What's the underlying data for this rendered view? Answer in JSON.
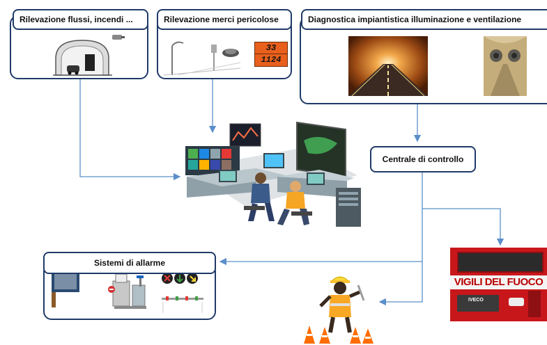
{
  "nodes": {
    "flussi": {
      "label": "Rilevazione flussi, incendi ..."
    },
    "merci": {
      "label": "Rilevazione merci pericolose",
      "sign_top": "33",
      "sign_bottom": "1124"
    },
    "diagnostica": {
      "label": "Diagnostica impiantistica illuminazione e ventilazione"
    },
    "centrale": {
      "label": "Centrale di controllo"
    },
    "allarme": {
      "label": "Sistemi di allarme"
    },
    "vigili": {
      "truck_text": "VIGILI DEL FUOCO",
      "truck_brand": "IVECO"
    }
  },
  "colors": {
    "border": "#1f3a68",
    "arrow": "#5b8fc9",
    "sign": "#e8601c",
    "truck": "#c8171b"
  }
}
